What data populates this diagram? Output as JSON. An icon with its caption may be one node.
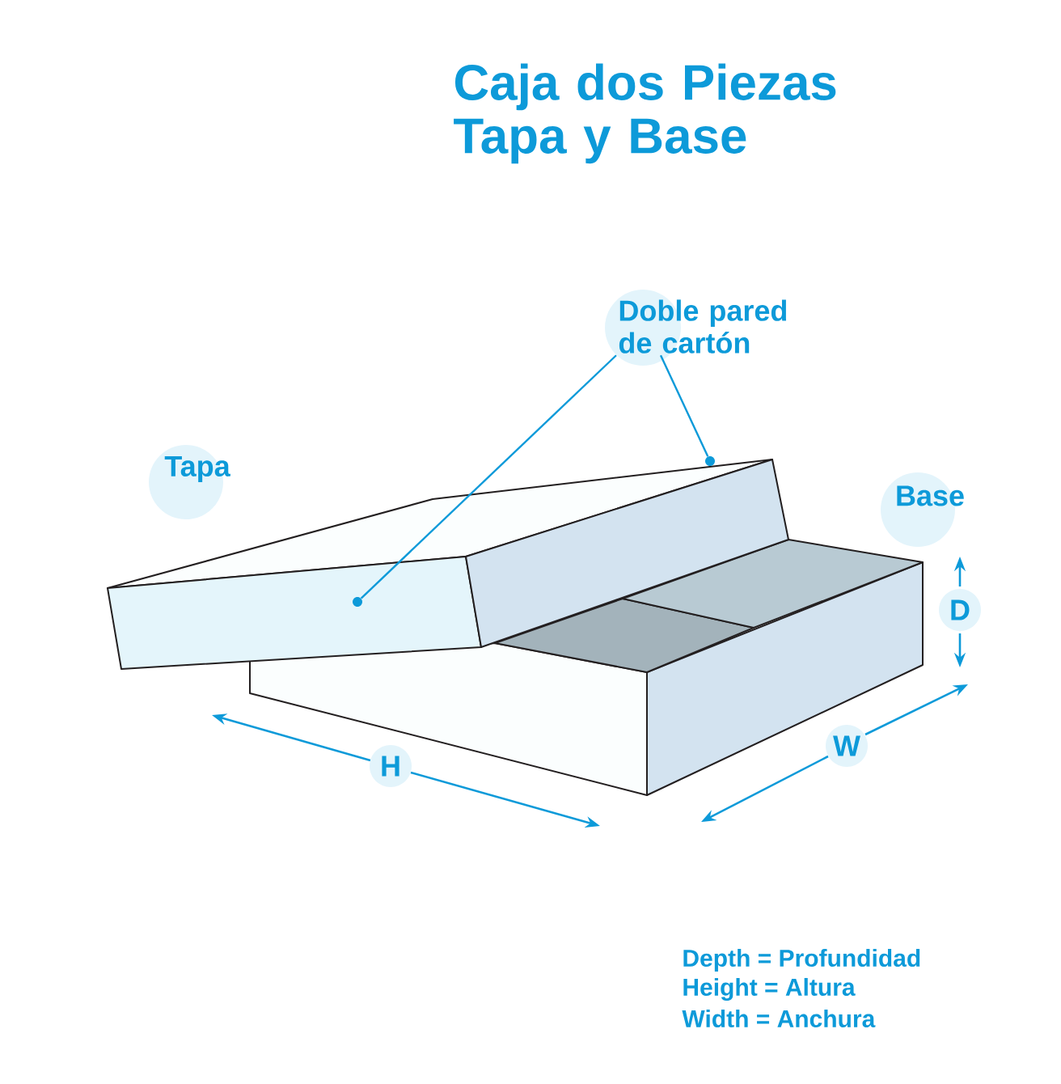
{
  "diagram": {
    "title": "Caja dos Piezas Tapa y Base",
    "nodes": [
      {
        "text": [
          "Doble pared de cartón"
        ]
      },
      {
        "text": [
          "Tapa"
        ]
      },
      {
        "text": [
          "Base"
        ]
      },
      {
        "text": [
          "D"
        ]
      },
      {
        "text": [
          "H"
        ]
      },
      {
        "text": [
          "W"
        ]
      },
      {
        "text": [],
        "shape": "circle"
      },
      {
        "text": [],
        "shape": "circle"
      }
    ],
    "edges": [
      {
        "from": 0,
        "to": 6,
        "arrow": "none"
      },
      {
        "from": 0,
        "to": 7,
        "arrow": "none"
      }
    ],
    "labels": [
      "Depth = Profundidad",
      "Height = Altura",
      "Width = Anchura"
    ]
  }
}
